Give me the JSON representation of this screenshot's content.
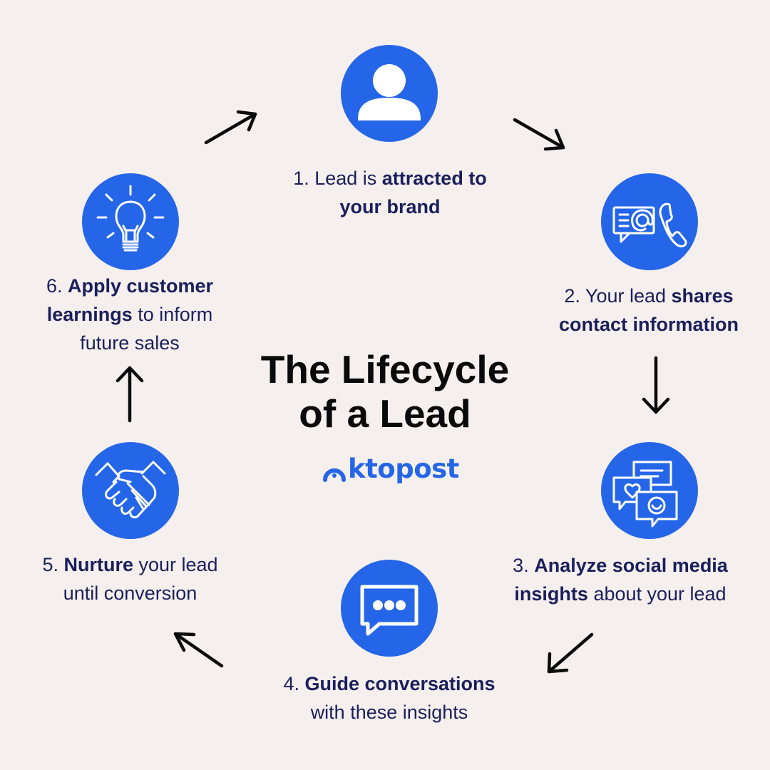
{
  "title": {
    "line1": "The Lifecycle",
    "line2": "of a Lead"
  },
  "logo": {
    "text": "ktopost",
    "color": "#2566e8"
  },
  "colors": {
    "background": "#f5efed",
    "circle": "#2566e8",
    "text": "#1a1f5c"
  },
  "steps": [
    {
      "icon": "user-icon",
      "line1_prefix": "1. Lead is ",
      "line1_bold": "attracted to",
      "line2_bold": "your brand"
    },
    {
      "icon": "email-phone-icon",
      "line1_prefix": "2. Your lead ",
      "line1_bold": "shares",
      "line2_bold": "contact information"
    },
    {
      "icon": "social-chat-icon",
      "line1_prefix": "3. ",
      "line1_bold": "Analyze social media",
      "line2_bold": "insights",
      "line2_suffix": " about your lead"
    },
    {
      "icon": "message-bubble-icon",
      "line1_prefix": "4. ",
      "line1_bold": "Guide conversations",
      "line2_text": "with these insights"
    },
    {
      "icon": "handshake-icon",
      "line1_prefix": "5. ",
      "line1_bold": "Nurture",
      "line1_suffix": " your lead",
      "line2_text": "until conversion"
    },
    {
      "icon": "lightbulb-icon",
      "line1_prefix": "6. ",
      "line1_bold": "Apply customer",
      "line2_bold": "learnings",
      "line2_suffix": " to inform",
      "line3_text": "future sales"
    }
  ]
}
